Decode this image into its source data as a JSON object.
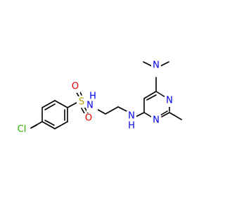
{
  "molecule": {
    "atoms": {
      "Cl": {
        "text": "Cl",
        "color": "#2db300"
      },
      "S": {
        "text": "S",
        "color": "#b3a000"
      },
      "O1": {
        "text": "O",
        "color": "#e60000"
      },
      "O2": {
        "text": "O",
        "color": "#e60000"
      },
      "NH_sulfonamide": {
        "text": "N",
        "h": "H",
        "color": "#0000e6"
      },
      "NH_amine": {
        "text": "N",
        "h": "H",
        "color": "#0000e6"
      },
      "N_ring1": {
        "text": "N",
        "color": "#0000e6"
      },
      "N_ring2": {
        "text": "N",
        "color": "#0000e6"
      },
      "N_dimethyl": {
        "text": "N",
        "color": "#0000e6"
      }
    },
    "bond_color": "#000000"
  }
}
